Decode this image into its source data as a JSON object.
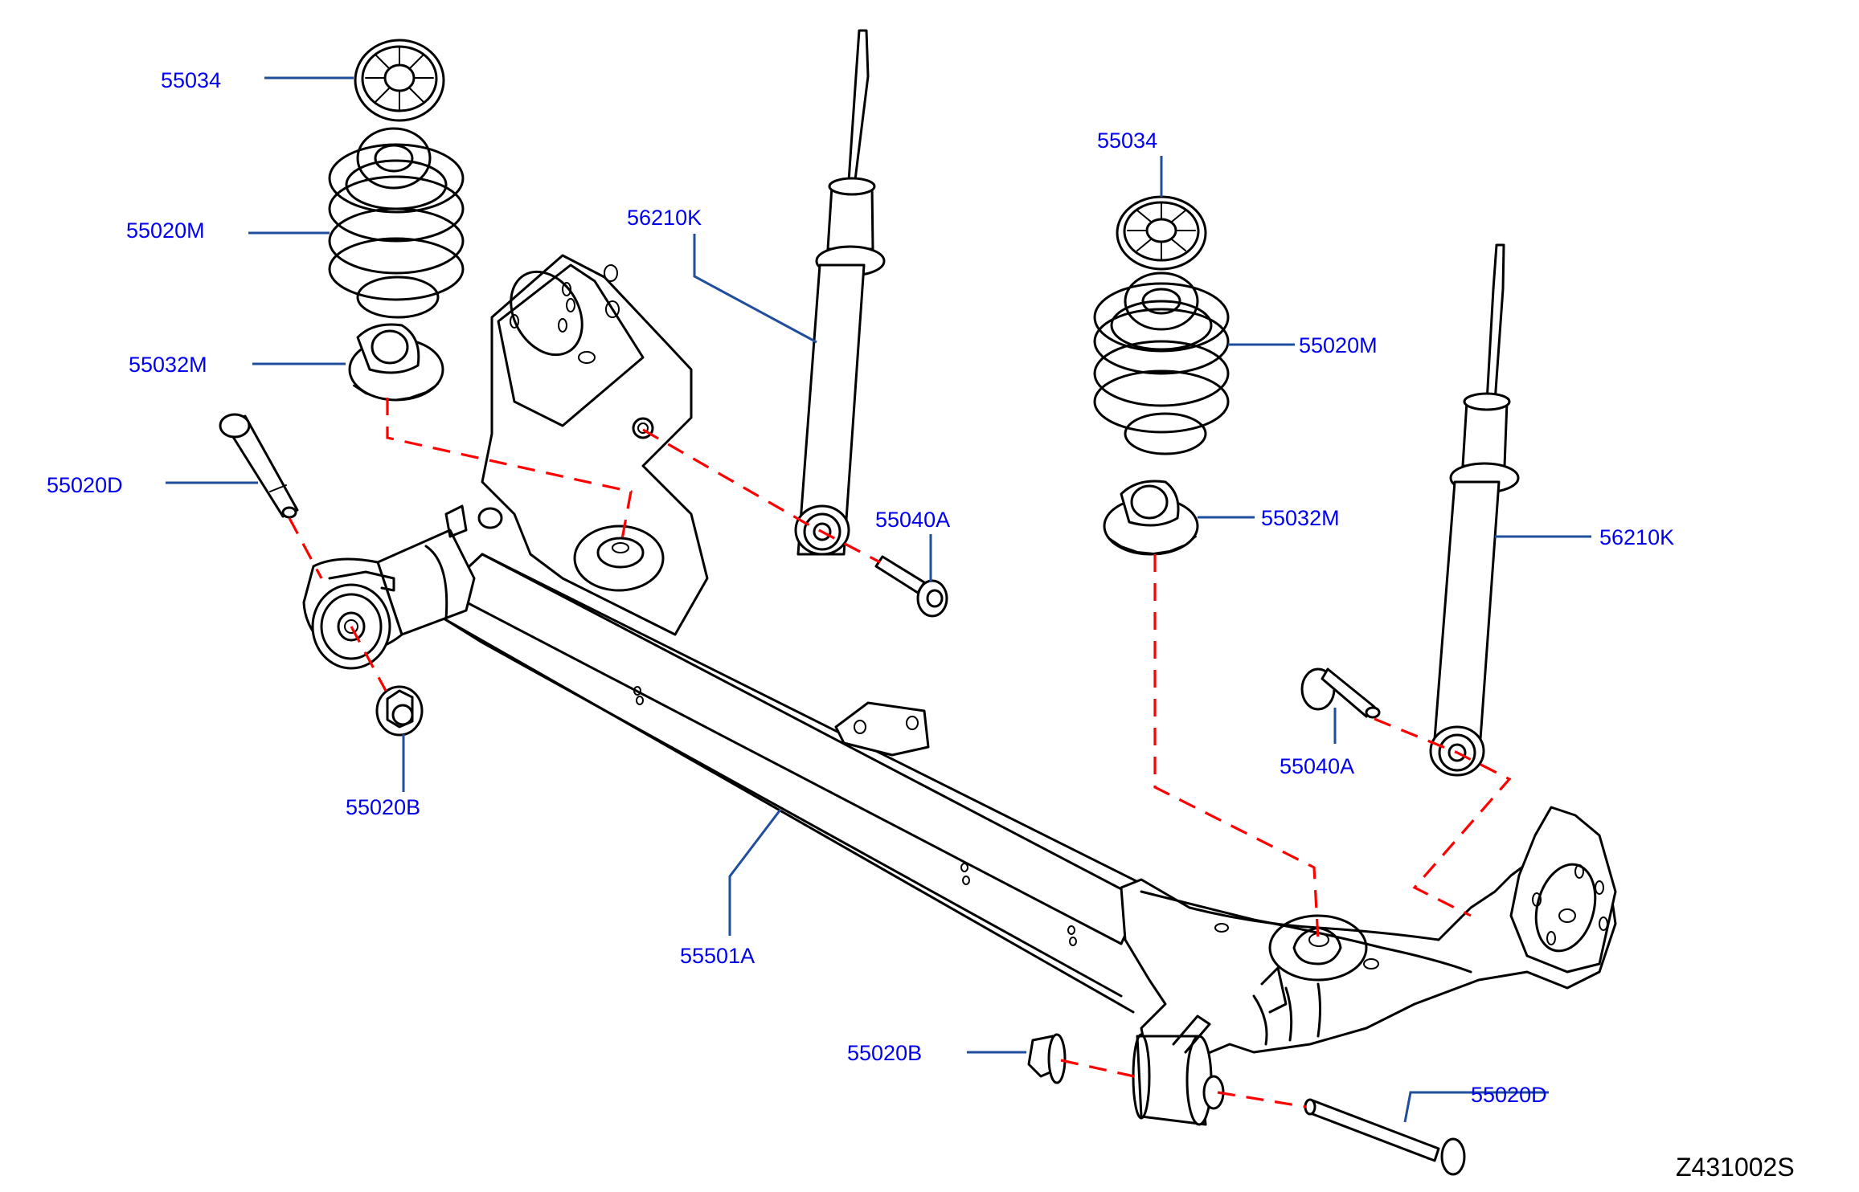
{
  "diagram": {
    "title_code": "Z431002S",
    "callouts": [
      {
        "id": "c1",
        "part_number": "55034",
        "description": "spring upper seat (left)"
      },
      {
        "id": "c2",
        "part_number": "55020M",
        "description": "coil spring (left)"
      },
      {
        "id": "c3",
        "part_number": "55032M",
        "description": "spring lower seat (left)"
      },
      {
        "id": "c4",
        "part_number": "55020D",
        "description": "bushing bolt (left)"
      },
      {
        "id": "c5",
        "part_number": "55020B",
        "description": "nut (left)"
      },
      {
        "id": "c6",
        "part_number": "56210K",
        "description": "shock absorber (left)"
      },
      {
        "id": "c7",
        "part_number": "55040A",
        "description": "shock lower bolt (left)"
      },
      {
        "id": "c8",
        "part_number": "55501A",
        "description": "rear axle beam"
      },
      {
        "id": "c9",
        "part_number": "55034",
        "description": "spring upper seat (right)"
      },
      {
        "id": "c10",
        "part_number": "55020M",
        "description": "coil spring (right)"
      },
      {
        "id": "c11",
        "part_number": "55032M",
        "description": "spring lower seat (right)"
      },
      {
        "id": "c12",
        "part_number": "56210K",
        "description": "shock absorber (right)"
      },
      {
        "id": "c13",
        "part_number": "55040A",
        "description": "shock lower bolt (right)"
      },
      {
        "id": "c14",
        "part_number": "55020B",
        "description": "nut (right)"
      },
      {
        "id": "c15",
        "part_number": "55020D",
        "description": "bushing bolt (right)"
      }
    ]
  },
  "colors": {
    "callout_text": "#0000ee",
    "leader_line": "#1f4e9c",
    "assembly_line": "#ff0000",
    "part_outline": "#000000",
    "background": "#ffffff"
  }
}
